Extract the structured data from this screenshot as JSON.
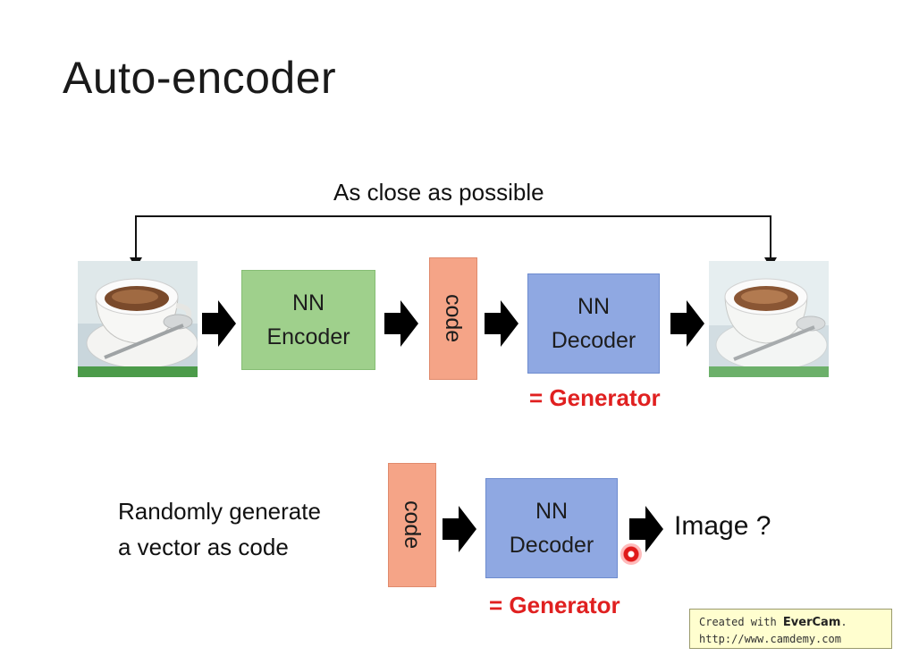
{
  "slide": {
    "title": "Auto-encoder",
    "top_label": "As close as possible",
    "encoder_line1": "NN",
    "encoder_line2": "Encoder",
    "code_label": "code",
    "decoder_line1": "NN",
    "decoder_line2": "Decoder",
    "generator_label": "= Generator",
    "random_line1": "Randomly generate",
    "random_line2": "a vector as code",
    "code_label_2": "code",
    "decoder2_line1": "NN",
    "decoder2_line2": "Decoder",
    "generator_label_2": "= Generator",
    "output_label": "Image ?"
  },
  "watermark": {
    "prefix": "Created with ",
    "brand": "EverCam",
    "suffix": ".",
    "url": "http://www.camdemy.com"
  },
  "colors": {
    "encoder": "#9fd08c",
    "decoder": "#8fa8e2",
    "code": "#f5a487",
    "generator_text": "#e02020"
  }
}
